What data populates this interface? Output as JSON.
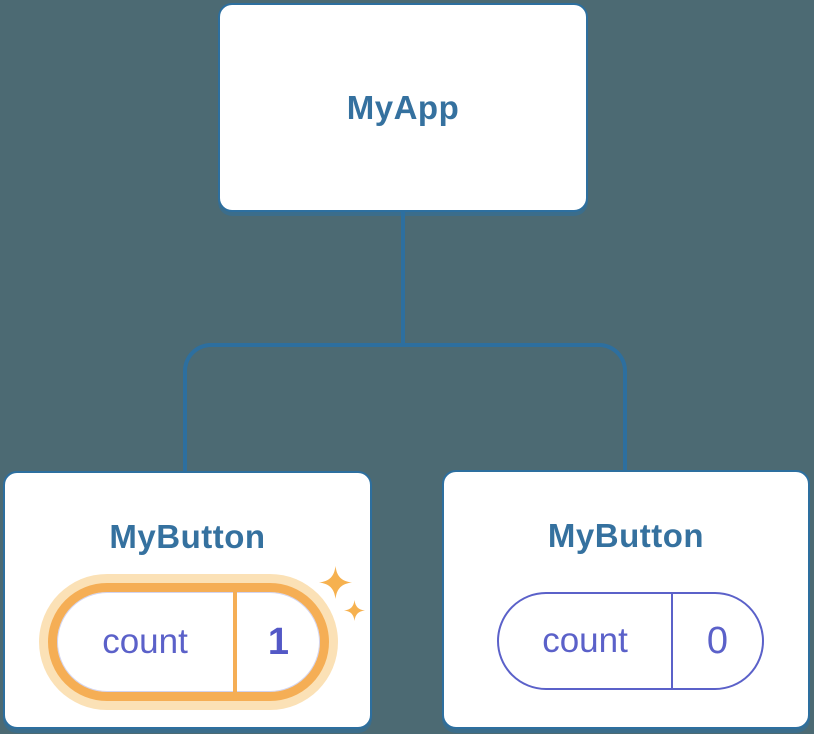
{
  "tree": {
    "root": {
      "label": "MyApp"
    },
    "children": [
      {
        "label": "MyButton",
        "state": {
          "key": "count",
          "value": "1"
        },
        "highlighted": true,
        "icons": [
          "sparkle-large-icon",
          "sparkle-small-icon"
        ]
      },
      {
        "label": "MyButton",
        "state": {
          "key": "count",
          "value": "0"
        },
        "highlighted": false
      }
    ]
  },
  "colors": {
    "background": "#4c6a73",
    "card_background": "#ffffff",
    "node_border": "#2d6f9f",
    "node_label_text": "#35719f",
    "state_accent": "#5b61c9",
    "highlight_ring": "#f5ae55",
    "highlight_glow": "#fbe1b6",
    "sparkle": "#f6b14f"
  },
  "icons": {
    "sparkle": "four-point-star"
  }
}
